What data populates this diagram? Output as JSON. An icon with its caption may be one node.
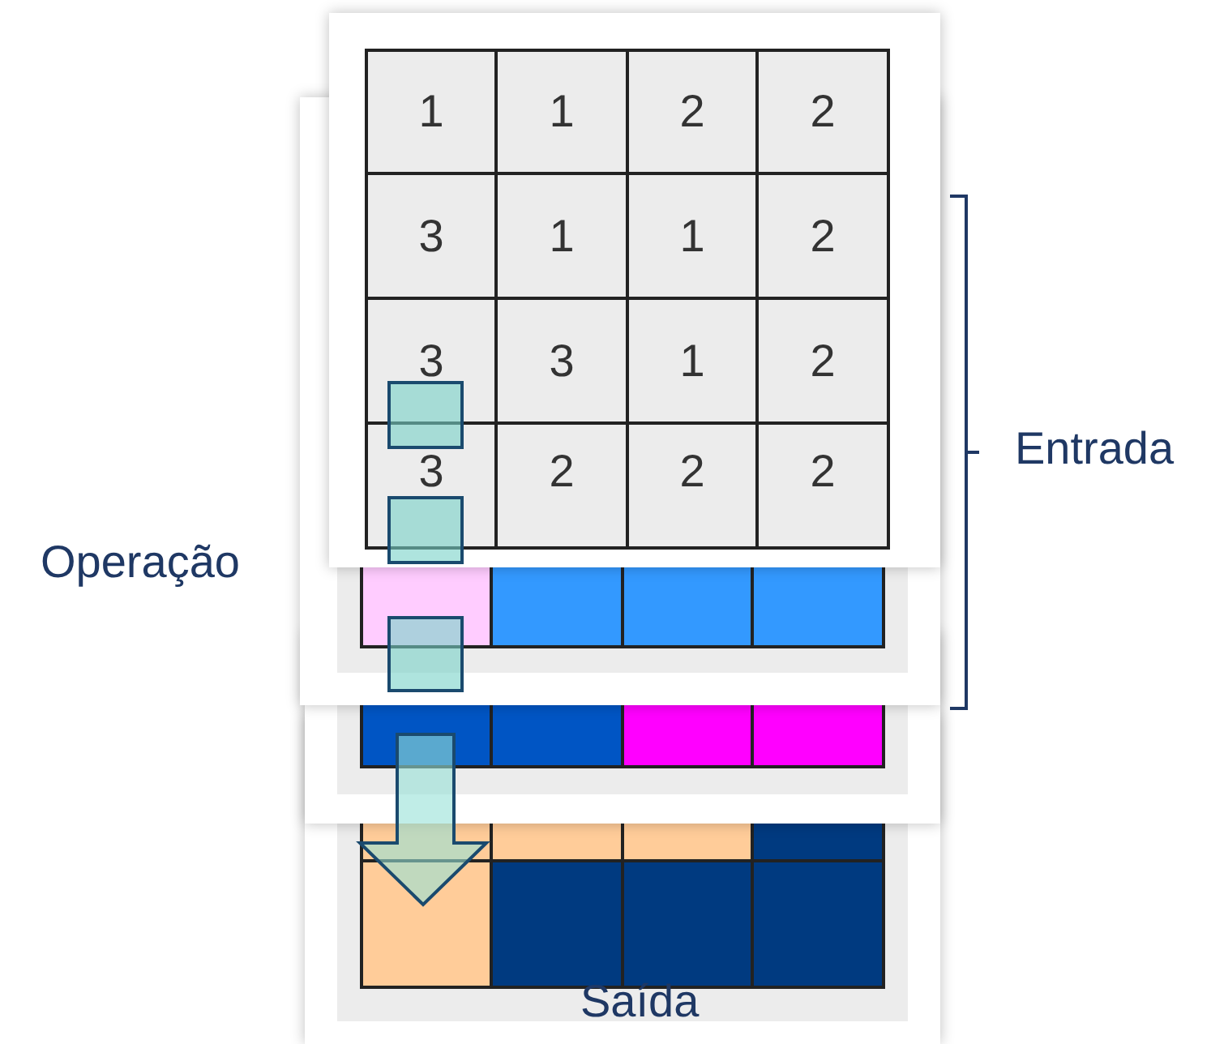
{
  "diagram": {
    "labels": [
      "1",
      "1",
      "2",
      "2",
      "3",
      "1",
      "1",
      "2",
      "3",
      "3",
      "1",
      "2",
      "3",
      "2",
      "2",
      "2",
      "Entrada",
      "Operação",
      "Saída"
    ]
  }
}
